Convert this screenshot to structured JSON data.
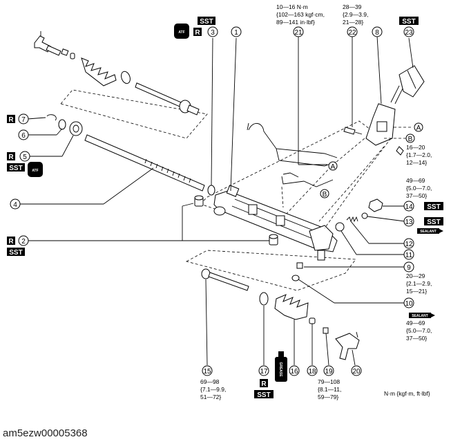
{
  "callouts": [
    "1",
    "2",
    "3",
    "4",
    "5",
    "6",
    "7",
    "8",
    "9",
    "10",
    "11",
    "12",
    "13",
    "14",
    "15",
    "16",
    "17",
    "18",
    "19",
    "20",
    "21",
    "22",
    "23"
  ],
  "badges": {
    "sst": "SST",
    "r": "R",
    "atf": "ATF",
    "sealant": "SEALANT",
    "grease": "GREASE"
  },
  "refs": {
    "a": "A",
    "b": "B"
  },
  "torque": {
    "t21": [
      "10—16 N·m",
      "{102—163 kgf·cm,",
      "89—141 in·lbf}"
    ],
    "t22": [
      "28—39",
      "{2.9—3.9,",
      "21—28}"
    ],
    "tbolt": [
      "16—20",
      "{1.7—2.0,",
      "12—14}"
    ],
    "t14": [
      "49—69",
      "{5.0—7.0,",
      "37—50}"
    ],
    "t9": [
      "20—29",
      "{2.1—2.9,",
      "15—21}"
    ],
    "t20": [
      "49—69",
      "{5.0—7.0,",
      "37—50}"
    ],
    "t15": [
      "69—98",
      "{7.1—9.9,",
      "51—72}"
    ],
    "t19": [
      "79—108",
      "{8.1—11,",
      "59—79}"
    ]
  },
  "units": "N·m {kgf·m, ft·lbf}",
  "caption": "am5ezw00005368"
}
